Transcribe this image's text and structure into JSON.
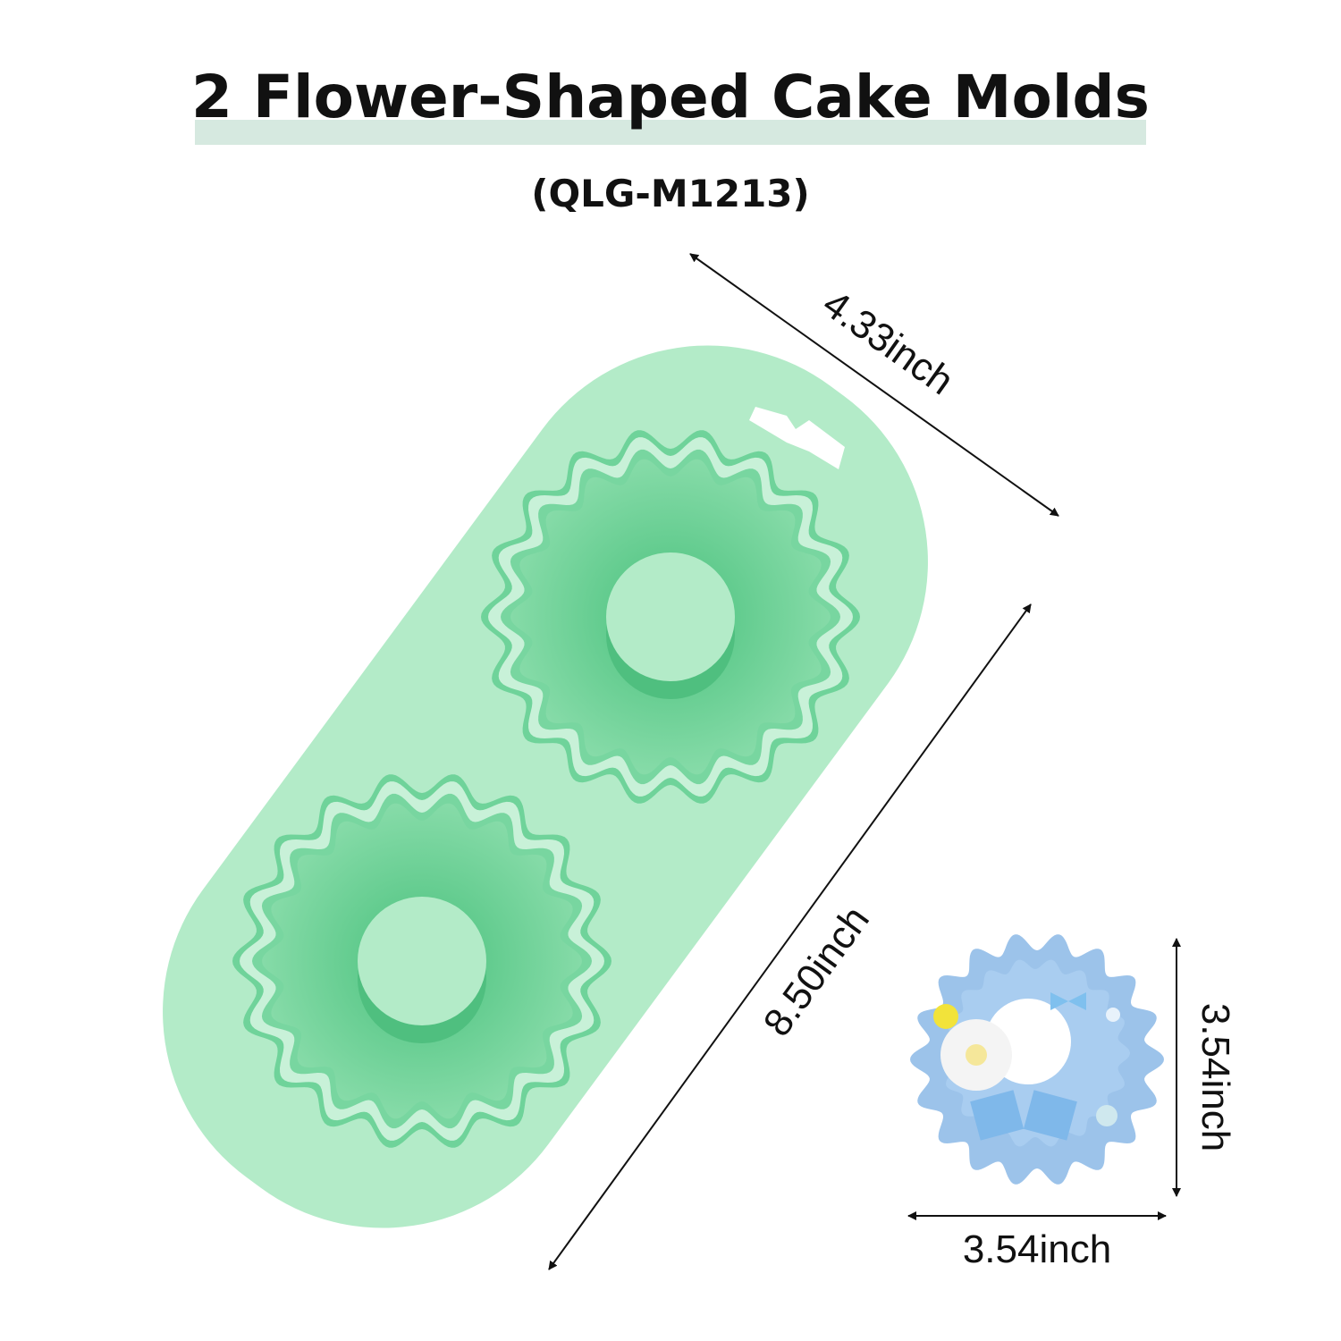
{
  "title": "2 Flower-Shaped Cake Molds",
  "model": "(QLG-M1213)",
  "dimensions": {
    "mold_width": "4.33inch",
    "mold_length": "8.50inch",
    "cake_height": "3.54inch",
    "cake_width": "3.54inch"
  },
  "colors": {
    "mold": "#b3ebc8",
    "cavity": "#6fd39a",
    "cake": "#9cc3ea",
    "title_highlight": "#d6e9e0"
  }
}
